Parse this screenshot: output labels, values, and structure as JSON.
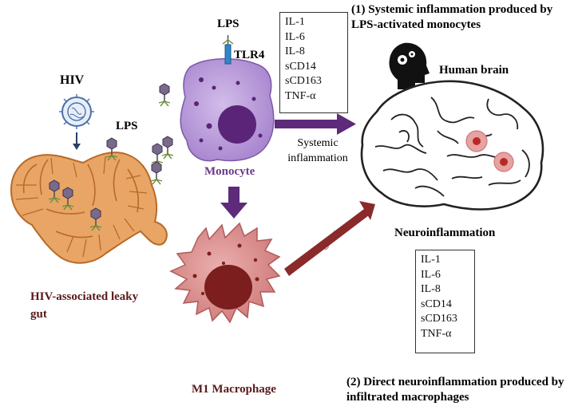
{
  "labels": {
    "hiv": "HIV",
    "lps_gut": "LPS",
    "lps_monocyte": "LPS",
    "tlr4": "TLR4",
    "monocyte": "Monocyte",
    "systemic_inflammation": "Systemic inflammation",
    "human_brain": "Human brain",
    "neuroinflammation": "Neuroinflammation",
    "migration": "migration",
    "leaky_gut": "HIV-associated leaky gut",
    "m1_macrophage": "M1 Macrophage",
    "heading_1": "(1) Systemic inflammation produced by LPS-activated monocytes",
    "heading_2": "(2) Direct neuroinflammation produced by infiltrated macrophages"
  },
  "cytokines_top": [
    "IL-1",
    "IL-6",
    "IL-8",
    "sCD14",
    "sCD163",
    "TNF-α"
  ],
  "cytokines_bottom": [
    "IL-1",
    "IL-6",
    "IL-8",
    "sCD14",
    "sCD163",
    "TNF-α"
  ],
  "icons": [
    "virus-icon",
    "bacteriophage-icon",
    "receptor-icon",
    "head-gears-icon",
    "brain-icon",
    "inflamed-cell-icon"
  ],
  "colors": {
    "monocyte": "#b79ad6",
    "monocyte_text": "#6a3a8a",
    "macrophage": "#dc8e8e",
    "arrow_purple": "#5e2a7a",
    "arrow_migration": "#8a2a2a",
    "gut": "#e8a062",
    "leaky_gut_text": "#5a1a1a"
  }
}
